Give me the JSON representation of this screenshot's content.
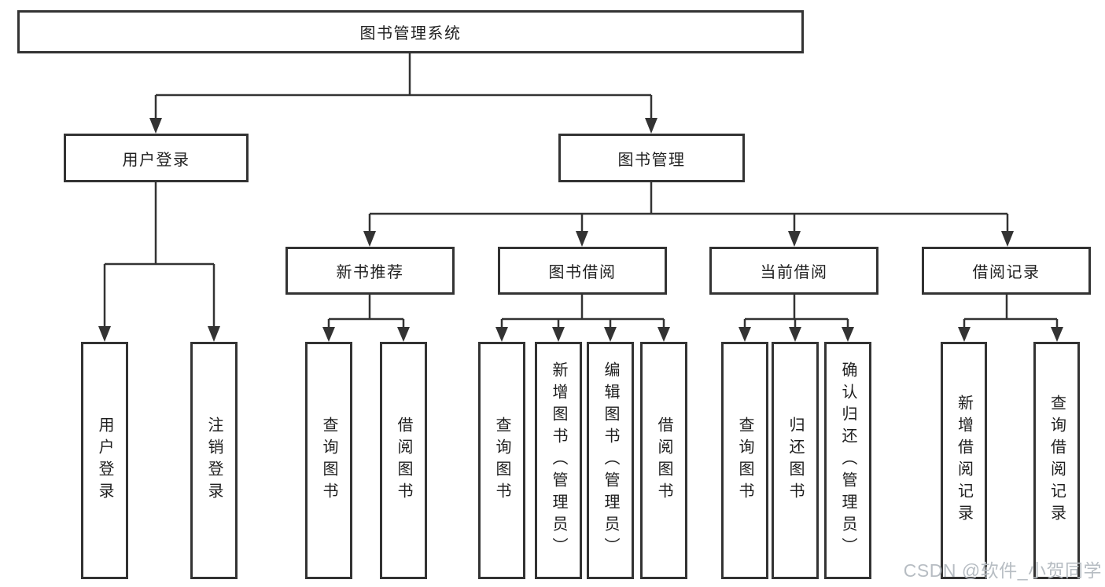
{
  "diagram_title": "图书管理系统",
  "nodes": {
    "root": {
      "label": "图书管理系统"
    },
    "level2": [
      {
        "label": "用户登录"
      },
      {
        "label": "图书管理"
      }
    ],
    "level3": [
      {
        "label": "新书推荐"
      },
      {
        "label": "图书借阅"
      },
      {
        "label": "当前借阅"
      },
      {
        "label": "借阅记录"
      }
    ],
    "leaves": {
      "user_login": [
        {
          "label": "用户登录"
        },
        {
          "label": "注销登录"
        }
      ],
      "new_book_recommend": [
        {
          "label": "查询图书"
        },
        {
          "label": "借阅图书"
        }
      ],
      "book_borrow": [
        {
          "label": "查询图书"
        },
        {
          "label": "新增图书（管理员）"
        },
        {
          "label": "编辑图书（管理员）"
        },
        {
          "label": "借阅图书"
        }
      ],
      "current_borrow": [
        {
          "label": "查询图书"
        },
        {
          "label": "归还图书"
        },
        {
          "label": "确认归还（管理员）"
        }
      ],
      "borrow_records": [
        {
          "label": "新增借阅记录"
        },
        {
          "label": "查询借阅记录"
        }
      ]
    }
  },
  "watermark": "CSDN @软件_小贺同学",
  "colors": {
    "line": "#333333",
    "text": "#1f1f1f",
    "watermark": "#b7bdc3",
    "background": "#ffffff"
  }
}
